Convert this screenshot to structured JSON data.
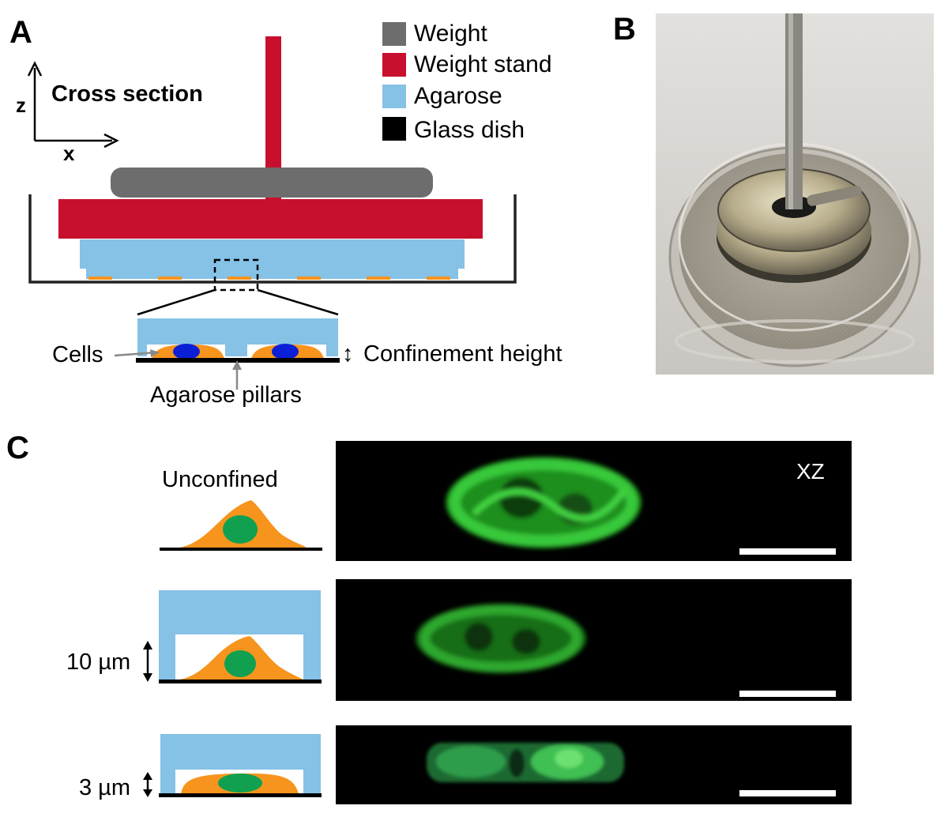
{
  "panels": {
    "a": "A",
    "b": "B",
    "c": "C"
  },
  "legend": [
    {
      "label": "Weight",
      "color": "#6d6d6d"
    },
    {
      "label": "Weight stand",
      "color": "#c8102e"
    },
    {
      "label": "Agarose",
      "color": "#86c1e6"
    },
    {
      "label": "Glass dish",
      "color": "#000000"
    }
  ],
  "cross_section": {
    "title": "Cross section",
    "axis_z": "z",
    "axis_x": "x"
  },
  "inset": {
    "cells_label": "Cells",
    "pillars_label": "Agarose pillars",
    "height_label": "Confinement height",
    "height_arrow": "↕"
  },
  "conditions": [
    {
      "label": "Unconfined",
      "height": ""
    },
    {
      "label": "",
      "height": "10 µm"
    },
    {
      "label": "",
      "height": "3 µm"
    }
  ],
  "microscopy": {
    "view_label": "XZ"
  },
  "colors": {
    "cell": "#f7941d",
    "nucleus_sketch": "#10a050",
    "nucleus_inset": "#0b1fd6",
    "fluorescence": "#2fc02f",
    "scale_bar": "#ffffff"
  }
}
